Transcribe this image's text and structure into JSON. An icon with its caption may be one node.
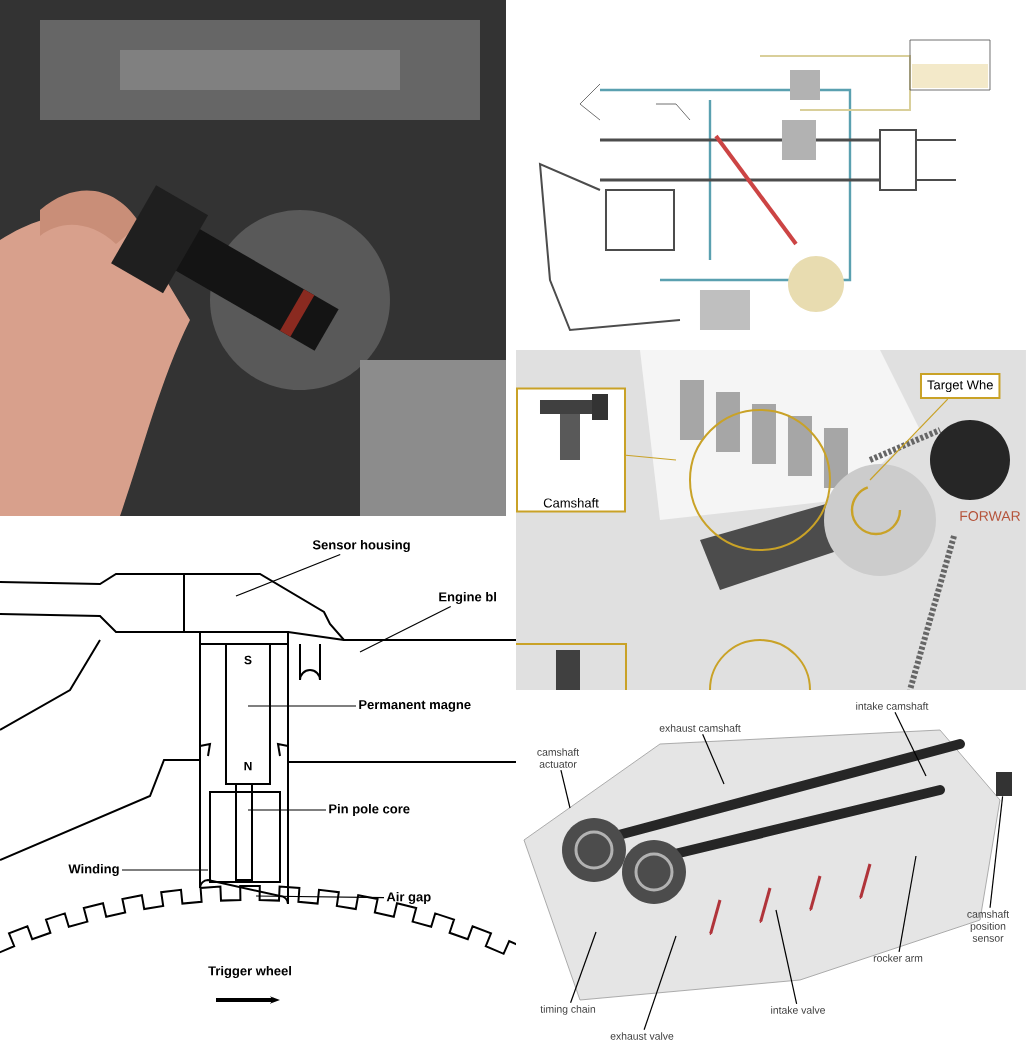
{
  "diagram": {
    "nodes": [
      {
        "text": [
          "Camshaft"
        ]
      },
      {
        "text": [
          "Target Whe"
        ]
      },
      {
        "text": [
          "Sensor housing"
        ]
      },
      {
        "text": [
          "Engine bl"
        ]
      },
      {
        "text": [
          "Permanent magne"
        ]
      },
      {
        "text": [
          "Pin pole core"
        ]
      },
      {
        "text": [
          "Winding"
        ]
      },
      {
        "text": [
          "Air gap"
        ]
      },
      {
        "text": [
          "exhaust camshaft"
        ]
      },
      {
        "text": [
          "intake camshaft"
        ]
      },
      {
        "text": [
          "camshaft actuator"
        ]
      },
      {
        "text": [
          "camshaft position sensor"
        ]
      },
      {
        "text": [
          "rocker arm"
        ]
      },
      {
        "text": [
          "timing chain"
        ]
      },
      {
        "text": [
          "intake valve"
        ]
      },
      {
        "text": [
          "exhaust valve"
        ]
      },
      {
        "text": [],
        "shape": "box"
      }
    ],
    "edges": [
      {
        "from": 0,
        "to": null,
        "arrow": "none",
        "color": "#c9a227"
      },
      {
        "from": 1,
        "to": null,
        "arrow": "none",
        "color": "#c9a227"
      },
      {
        "from": 2,
        "to": null,
        "arrow": "none"
      },
      {
        "from": 3,
        "to": null,
        "arrow": "none"
      },
      {
        "from": 4,
        "to": null,
        "arrow": "none"
      },
      {
        "from": 5,
        "to": null,
        "arrow": "none"
      },
      {
        "from": 6,
        "to": null,
        "arrow": "none"
      },
      {
        "from": 7,
        "to": null,
        "arrow": "none"
      },
      {
        "from": 8,
        "to": null,
        "arrow": "none"
      },
      {
        "from": 9,
        "to": null,
        "arrow": "none"
      },
      {
        "from": 10,
        "to": null,
        "arrow": "none"
      },
      {
        "from": 11,
        "to": 16,
        "arrow": "none"
      },
      {
        "from": 12,
        "to": null,
        "arrow": "none"
      },
      {
        "from": 13,
        "to": null,
        "arrow": "none"
      },
      {
        "from": 14,
        "to": null,
        "arrow": "none"
      },
      {
        "from": 15,
        "to": null,
        "arrow": "none"
      }
    ],
    "labels": [
      "FORWAR",
      "S",
      "N",
      "Trigger wheel"
    ]
  }
}
